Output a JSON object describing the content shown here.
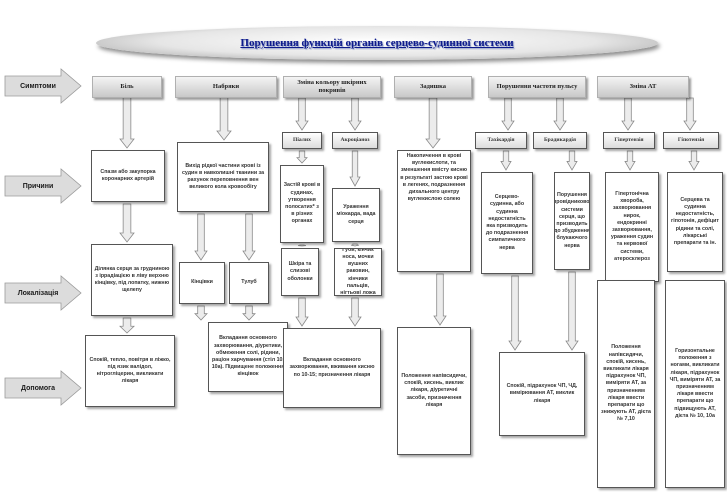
{
  "title": "Порушення функцій органів серцево-судинної системи",
  "rows": {
    "symptoms": "Симптоми",
    "causes": "Причини",
    "localization": "Локалізація",
    "first_aid": "Допомога"
  },
  "columns": {
    "pain": "Біль",
    "swelling": "Набряки",
    "skin_color": "Зміна кольору шкірних покривів",
    "dyspnea": "Задишка",
    "pulse": "Порушення частоти пульсу",
    "bp": "Зміна АТ"
  },
  "subheaders": {
    "pallor": "Піалих",
    "acrocyanosis": "Акроціаноз",
    "tachycardia": "Тахікардія",
    "bradycardia": "Брадикардія",
    "hypertension": "Гіпертензія",
    "hypotension": "Гіпотензія"
  },
  "cells": {
    "pain_cause": "Спазм або закупорка коронарних артерій",
    "pain_loc": "Ділянка серця за грудниною з іррадіацією в ліву верхню кінцівку, під лопатку, нижню щелепу",
    "pain_help": "Спокій, тепло, повітря в ліжко, під язик валідол, нітрогліцерин, викликати лікаря",
    "swelling_cause": "Вихід рідкої частини крові із судин в навколишні тканини за рахунок переповнення вен великого кола кровообігу",
    "swelling_loc_1": "Кінцівки",
    "swelling_loc_2": "Тулуб",
    "swelling_help": "Вкладання основного захворювання, діуретики, обмеження солі, рідини, раціон харчування (стіл 10, 10а). Підвищене положення кінцівок",
    "pallor_cause": "Застій крові в судинах, утворення полосатих* з в різних органах",
    "pallor_loc": "Шкіра та слизові оболонки",
    "acro_cause": "Ураження міокарда, вада серця",
    "acro_loc": "Губи, кінчик носа, мочки вушних раковин, кінчики пальців, нігтьові ложа",
    "skin_help": "Вкладання основного захворювання, вживання кисню по 10-15; призначення лікаря",
    "dyspnea_cause": "Накопичення в крові вуглекислоти, та зменшення вмісту кисню в результаті застою крові в легенях, подразнення дихального центру вуглекислою солею",
    "dyspnea_help": "Положення напівсидячи, спокій, кисень, виклик лікаря, діуретичні засоби, призначення лікаря",
    "tachy_cause": "Серцево-судинна, або судинна недостатність яка призводить до подразнення симпатичного нерва",
    "brady_cause": "Порушення провідникової системи серця, що призводить до збудження блукаючого нерва",
    "pulse_help": "Спокій, підрахунок ЧП, ЧД, вимірювання АТ, виклик лікаря",
    "hyper_cause": "Гіпертонічна хвороба, захворювання нирок, ендокринні захворювання, ураження судин та нервової системи, атеросклероз",
    "hypo_cause": "Серцева та судинна недостатність, гіпотонія, дефіцит рідини та солі, лікарські препарати та ін.",
    "hyper_help": "Положення напівсидячи, спокій, кисень, викликати лікаря підрахунок ЧП, виміряти АТ, за призначенням лікаря ввести препарати що знижують АТ, дієта № 7,10",
    "hypo_help": "Горизонтальне положення з ногами, викликати лікаря, підрахунок ЧП, виміряти АТ, за призначенням лікаря ввести препарати що підвищують АТ, дієта № 10, 10а"
  }
}
